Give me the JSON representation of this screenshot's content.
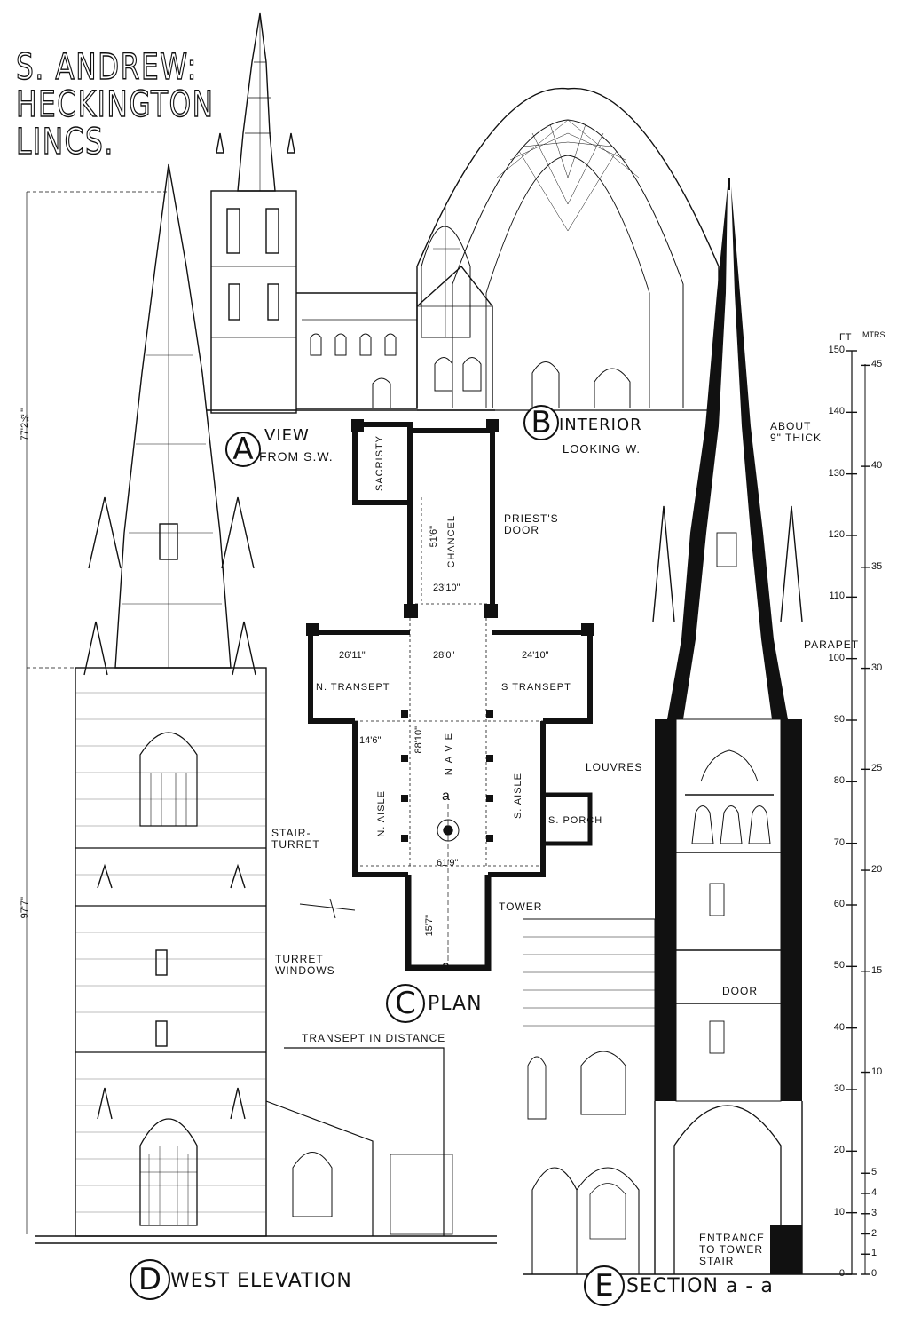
{
  "title": {
    "line1": "S. ANDREW:",
    "line2": "HECKINGTON",
    "line3": "LINCS."
  },
  "views": {
    "a": {
      "letter": "A",
      "caption": "VIEW",
      "sub": "FROM S.W."
    },
    "b": {
      "letter": "B",
      "caption": "INTERIOR",
      "sub": "LOOKING W."
    },
    "c": {
      "letter": "C",
      "caption": "PLAN"
    },
    "d": {
      "letter": "D",
      "caption": "WEST ELEVATION"
    },
    "e": {
      "letter": "E",
      "caption": "SECTION a - a"
    }
  },
  "plan_labels": {
    "sacristy": "SACRISTY",
    "chancel": "CHANCEL",
    "priests_door": "PRIEST'S\nDOOR",
    "n_transept": "N. TRANSEPT",
    "s_transept": "S TRANSEPT",
    "nave": "NAVE",
    "n_aisle": "N. AISLE",
    "s_aisle": "S. AISLE",
    "s_porch": "S. PORCH",
    "tower": "TOWER",
    "section_mark": "a"
  },
  "plan_dims": {
    "chancel_len": "51'6\"",
    "chancel_width": "23'10\"",
    "n_transept_width": "26'11\"",
    "nave_width": "28'0\"",
    "s_transept_width": "24'10\"",
    "aisle_width": "14'6\"",
    "nave_len": "88'10\"",
    "overall_width": "61'9\"",
    "tower_width": "15'7\""
  },
  "elevation_labels": {
    "stair_turret": "STAIR-\nTURRET",
    "turret_windows": "TURRET\nWINDOWS",
    "transept_distance": "TRANSEPT IN DISTANCE",
    "height_upper": "77'2½\"",
    "height_lower": "97'7\""
  },
  "section_labels": {
    "about_thick": "ABOUT\n9\" THICK",
    "parapet": "PARAPET",
    "louvres": "LOUVRES",
    "door": "DOOR",
    "entrance": "ENTRANCE\nTO TOWER\nSTAIR"
  },
  "scale": {
    "feet_unit": "FT",
    "metres_unit": "MTRS",
    "feet": [
      "0",
      "10",
      "20",
      "30",
      "40",
      "50",
      "60",
      "70",
      "80",
      "90",
      "100",
      "110",
      "120",
      "130",
      "140",
      "150"
    ],
    "metres": [
      "0",
      "1",
      "2",
      "3",
      "4",
      "5",
      "10",
      "15",
      "20",
      "25",
      "30",
      "35",
      "40",
      "45"
    ]
  },
  "colors": {
    "ink": "#111111",
    "paper": "#ffffff"
  }
}
